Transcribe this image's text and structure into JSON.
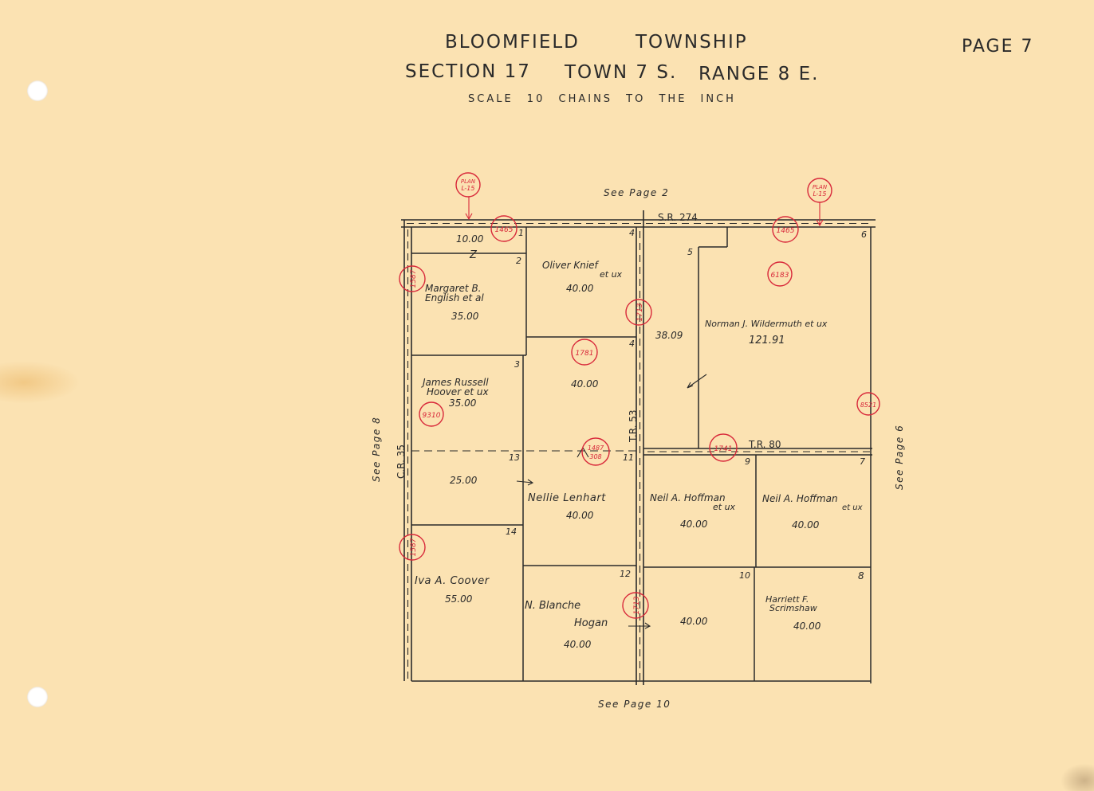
{
  "title": {
    "township": "BLOOMFIELD",
    "township_word": "TOWNSHIP",
    "section": "SECTION 17",
    "town": "TOWN 7 S.",
    "range": "RANGE 8 E.",
    "scale": "SCALE 10 CHAINS TO THE INCH",
    "page": "PAGE 7"
  },
  "references": {
    "top": "See Page 2",
    "bottom": "See Page 10",
    "left": "See Page 8",
    "right": "See Page 6"
  },
  "roads": {
    "sr274": "S.R. 274",
    "cr35": "C.R. 35",
    "tr53": "T.R. 53",
    "tr80": "T.R. 80"
  },
  "parcels": {
    "p1": {
      "num": "1",
      "acres": "10.00",
      "mark": "Z"
    },
    "p2": {
      "num": "2",
      "owner1": "Margaret B.",
      "owner2": "English et al",
      "acres": "35.00"
    },
    "p3": {
      "num": "3",
      "owner1": "James Russell",
      "owner2": "Hoover et ux",
      "acres": "35.00"
    },
    "p4a": {
      "num": "4",
      "owner1": "Oliver Knief",
      "owner2": "et ux",
      "acres": "40.00"
    },
    "p4b": {
      "num": "4",
      "acres": "40.00"
    },
    "p5": {
      "num": "5",
      "acres": "38.09"
    },
    "p6": {
      "num": "6",
      "owner1": "Norman J. Wildermuth et ux",
      "acres": "121.91"
    },
    "p7": {
      "num": "7",
      "owner1": "Neil A. Hoffman",
      "owner2": "et ux",
      "acres": "40.00"
    },
    "p8": {
      "num": "8",
      "owner1": "Harriett F.",
      "owner2": "Scrimshaw",
      "acres": "40.00"
    },
    "p9": {
      "num": "9",
      "owner1": "Neil A. Hoffman",
      "owner2": "et ux",
      "acres": "40.00"
    },
    "p10": {
      "num": "10",
      "acres": "40.00"
    },
    "p11": {
      "num": "11",
      "owner1": "Nellie Lenhart",
      "acres": "40.00"
    },
    "p12": {
      "num": "12",
      "owner1": "N. Blanche",
      "owner2": "Hogan",
      "acres": "40.00"
    },
    "p13": {
      "num": "13",
      "acres": "25.00"
    },
    "p14": {
      "num": "14",
      "owner1": "Iva A. Coover",
      "acres": "55.00"
    }
  },
  "stamps": {
    "plan_left": {
      "l1": "PLAN",
      "l2": "L-15"
    },
    "plan_right": {
      "l1": "PLAN",
      "l2": "L-15"
    },
    "s1465a": "1465",
    "s1465b": "1465",
    "s1587a": "1587",
    "s1587b": "1587",
    "s6183": "6183",
    "s1713a": "1713",
    "s1713b": "1713",
    "s1781": "1781",
    "s9310": "9310",
    "s8521": "8521",
    "s1741": "1741",
    "s1487": {
      "l1": "1487",
      "l2": "308"
    }
  },
  "colors": {
    "paper": "#fbe2b2",
    "ink": "#2a2a2a",
    "stamp_red": "#d8283a"
  }
}
